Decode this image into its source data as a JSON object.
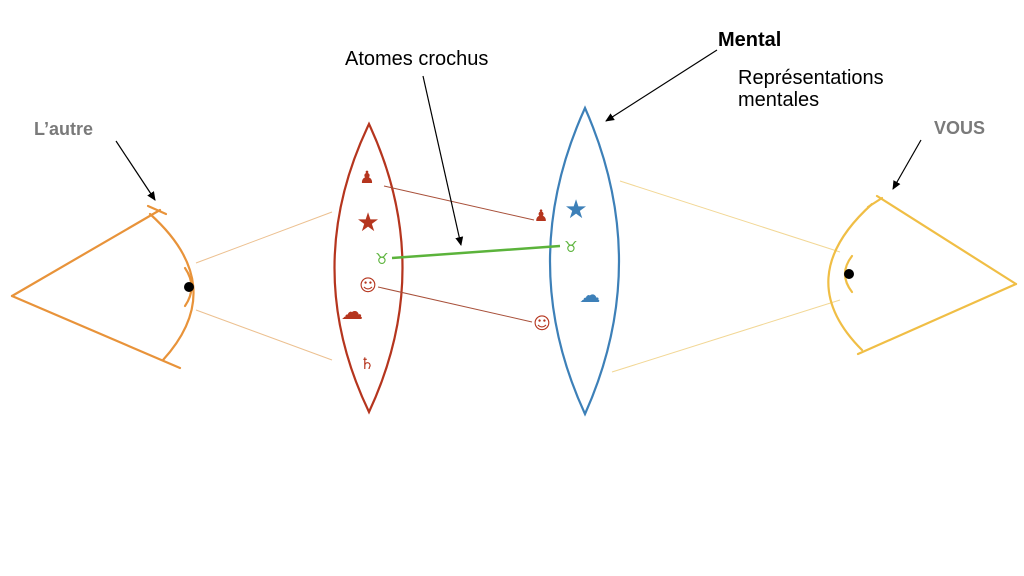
{
  "labels": {
    "other": "L’autre",
    "you": "VOUS",
    "hooked_atoms": "Atomes crochus",
    "mental": "Mental",
    "representations_line1": "Représentations",
    "representations_line2": "mentales"
  },
  "symbols": {
    "pawn": "♟",
    "star": "★",
    "taurus": "♉",
    "smiley": "☺",
    "cloud": "☁",
    "saturn": "♄"
  },
  "colors": {
    "other_eye": "#e8933a",
    "you_eye": "#f0be45",
    "other_mind": "#b5351e",
    "you_mind": "#3d80b8",
    "common_link": "#5bb33b",
    "text_gray": "#7a7a7a",
    "text_black": "#000000"
  }
}
